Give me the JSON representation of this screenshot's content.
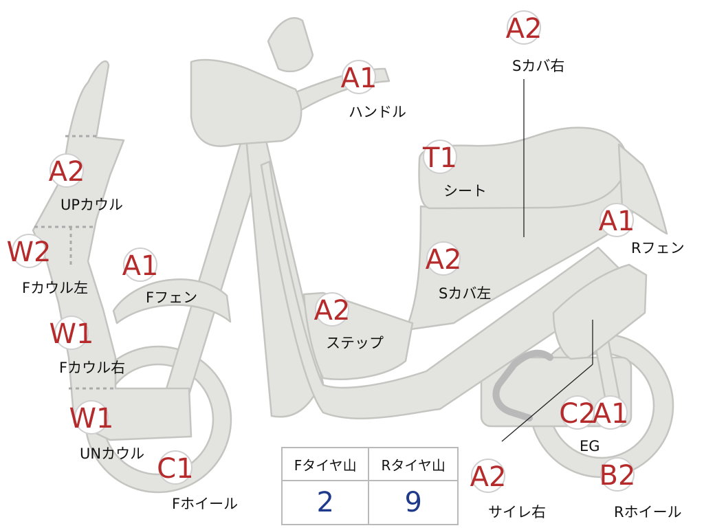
{
  "colors": {
    "body_fill": "#e3e3df",
    "body_stroke": "#c4c4c0",
    "grade_text": "#b52b2b",
    "tread_text": "#1f3a8a",
    "dotted_line": "#a9a9a9"
  },
  "labels": [
    {
      "id": "handle",
      "grade": "A1",
      "part": "ハンドル"
    },
    {
      "id": "s-cover-right",
      "grade": "A2",
      "part": "Sカバ右"
    },
    {
      "id": "seat",
      "grade": "T1",
      "part": "シート"
    },
    {
      "id": "up-cowl",
      "grade": "A2",
      "part": "UPカウル"
    },
    {
      "id": "r-fender",
      "grade": "A1",
      "part": "Rフェン"
    },
    {
      "id": "f-cowl-left",
      "grade": "W2",
      "part": "Fカウル左"
    },
    {
      "id": "f-fender",
      "grade": "A1",
      "part": "Fフェン"
    },
    {
      "id": "s-cover-left",
      "grade": "A2",
      "part": "Sカバ左"
    },
    {
      "id": "step",
      "grade": "A2",
      "part": "ステップ"
    },
    {
      "id": "f-cowl-right",
      "grade": "W1",
      "part": "Fカウル右"
    },
    {
      "id": "un-cowl",
      "grade": "W1",
      "part": "UNカウル"
    },
    {
      "id": "f-wheel",
      "grade": "C1",
      "part": "Fホイール"
    },
    {
      "id": "engine",
      "grade": "C2",
      "grade2": "A1",
      "part": "EG"
    },
    {
      "id": "r-wheel",
      "grade": "B2",
      "part": "Rホイール"
    },
    {
      "id": "side-right",
      "grade": "A2",
      "part": "サイレ右"
    }
  ],
  "tire_table": {
    "headers": [
      "Fタイヤ山",
      "Rタイヤ山"
    ],
    "values": [
      "2",
      "9"
    ]
  }
}
